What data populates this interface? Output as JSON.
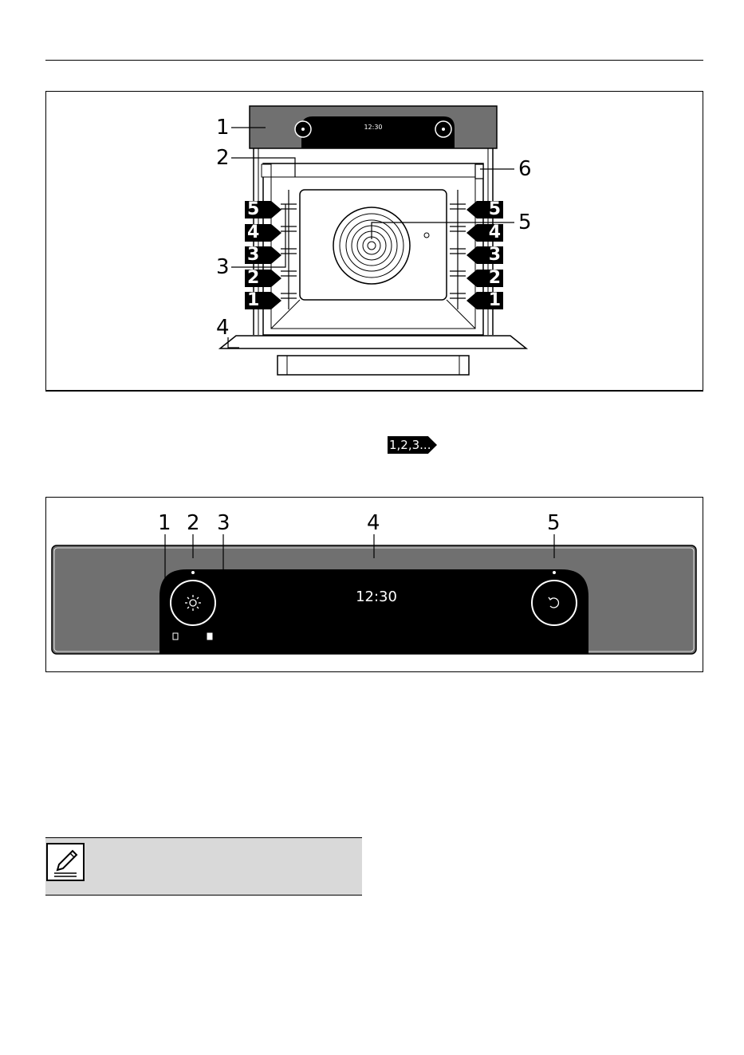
{
  "figure1": {
    "callouts": [
      "1",
      "2",
      "3",
      "4",
      "5",
      "6"
    ],
    "display_time": "12:30",
    "shelf_levels_left": [
      "5",
      "4",
      "3",
      "2",
      "1"
    ],
    "shelf_levels_right": [
      "5",
      "4",
      "3",
      "2",
      "1"
    ]
  },
  "shelf_badge": "1,2,3...",
  "figure2": {
    "callouts": [
      "1",
      "2",
      "3",
      "4",
      "5"
    ],
    "display_time": "12:30"
  },
  "icons": {
    "note": "pencil-note-icon",
    "left_knob": "sun-icon",
    "right_knob": "rotate-icon"
  }
}
